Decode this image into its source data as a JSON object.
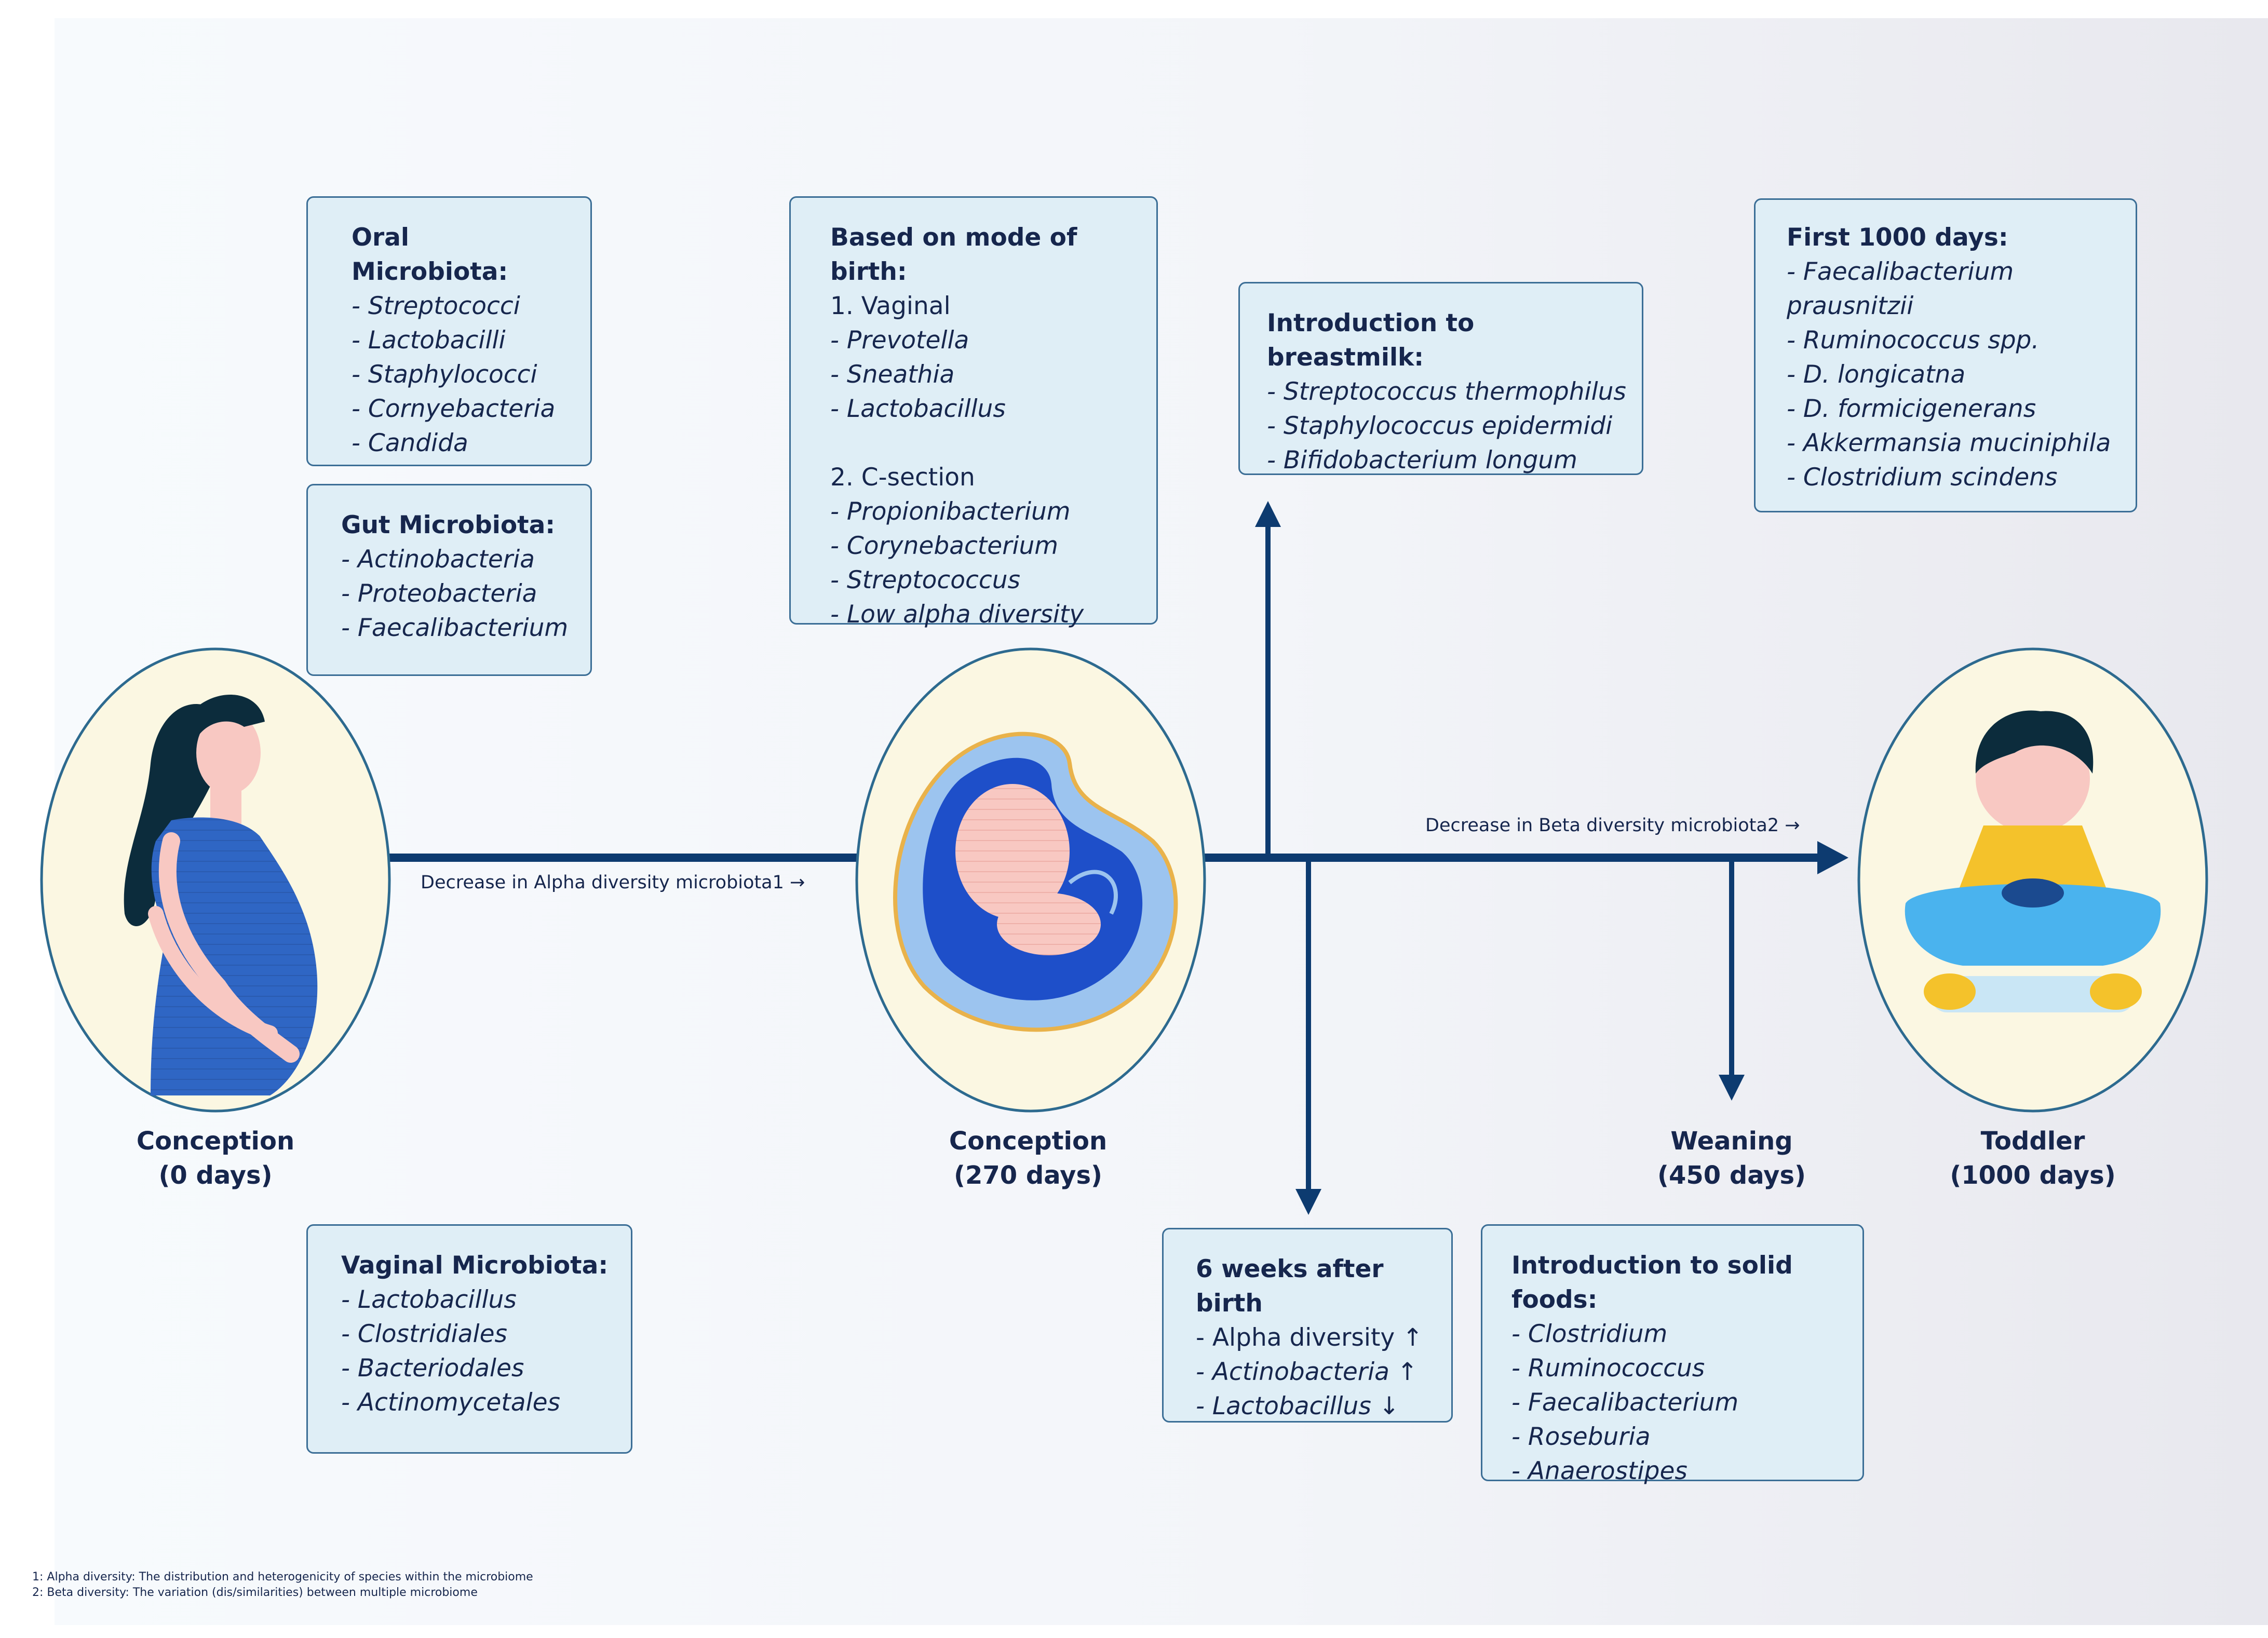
{
  "colors": {
    "line": "#0d3b70",
    "box_fill": "#dfeef6",
    "box_border": "#3b6e96",
    "text": "#16264d",
    "oval_fill": "#fbf7e2",
    "oval_border": "#2d6a8f"
  },
  "annotations": {
    "alpha": "Decrease in Alpha diversity microbiota1 →",
    "beta": "Decrease in Beta diversity microbiota2 →"
  },
  "stages": [
    {
      "line1": "Conception",
      "line2": "(0 days)"
    },
    {
      "line1": "Conception",
      "line2": "(270 days)"
    },
    {
      "line1": "Weaning",
      "line2": "(450 days)"
    },
    {
      "line1": "Toddler",
      "line2": "(1000 days)"
    }
  ],
  "boxes": {
    "oral": {
      "title": "Oral Microbiota:",
      "items": [
        "- Streptococci",
        "- Lactobacilli",
        "- Staphylococci",
        "- Cornyebacteria",
        "- Candida"
      ]
    },
    "gut": {
      "title": "Gut Microbiota:",
      "items": [
        "- Actinobacteria",
        "- Proteobacteria",
        "- Faecalibacterium"
      ]
    },
    "vaginal": {
      "title": "Vaginal Microbiota:",
      "items": [
        "- Lactobacillus",
        "- Clostridiales",
        "- Bacteriodales",
        "- Actinomycetales"
      ]
    },
    "birth": {
      "title": "Based on mode of birth:",
      "sub1": "1. Vaginal",
      "items1": [
        "- Prevotella",
        "- Sneathia",
        "- Lactobacillus"
      ],
      "sub2": "2. C-section",
      "items2": [
        "- Propionibacterium",
        "- Corynebacterium",
        "- Streptococcus",
        "- Low alpha diversity"
      ]
    },
    "breastmilk": {
      "title": "Introduction to breastmilk:",
      "items": [
        "- Streptococcus thermophilus",
        "- Staphylococcus epidermidi",
        "- Bifidobacterium longum"
      ]
    },
    "weeks6": {
      "title": "6 weeks after birth",
      "line1": "- Alpha diversity ↑",
      "items": [
        "- Actinobacteria ↑",
        "- Lactobacillus ↓"
      ]
    },
    "solid": {
      "title": "Introduction to solid foods:",
      "items": [
        "- Clostridium",
        "- Ruminococcus",
        "- Faecalibacterium",
        "- Roseburia",
        "- Anaerostipes"
      ]
    },
    "first1000": {
      "title": "First 1000 days:",
      "items": [
        "- Faecalibacterium",
        "prausnitzii",
        "- Ruminococcus spp.",
        "- D. longicatna",
        "- D. formicigenerans",
        "- Akkermansia muciniphila",
        "- Clostridium scindens"
      ]
    }
  },
  "footnotes": [
    "1: Alpha diversity: The distribution and heterogenicity of species within the microbiome",
    "2: Beta diversity: The variation (dis/similarities) between multiple microbiome"
  ]
}
